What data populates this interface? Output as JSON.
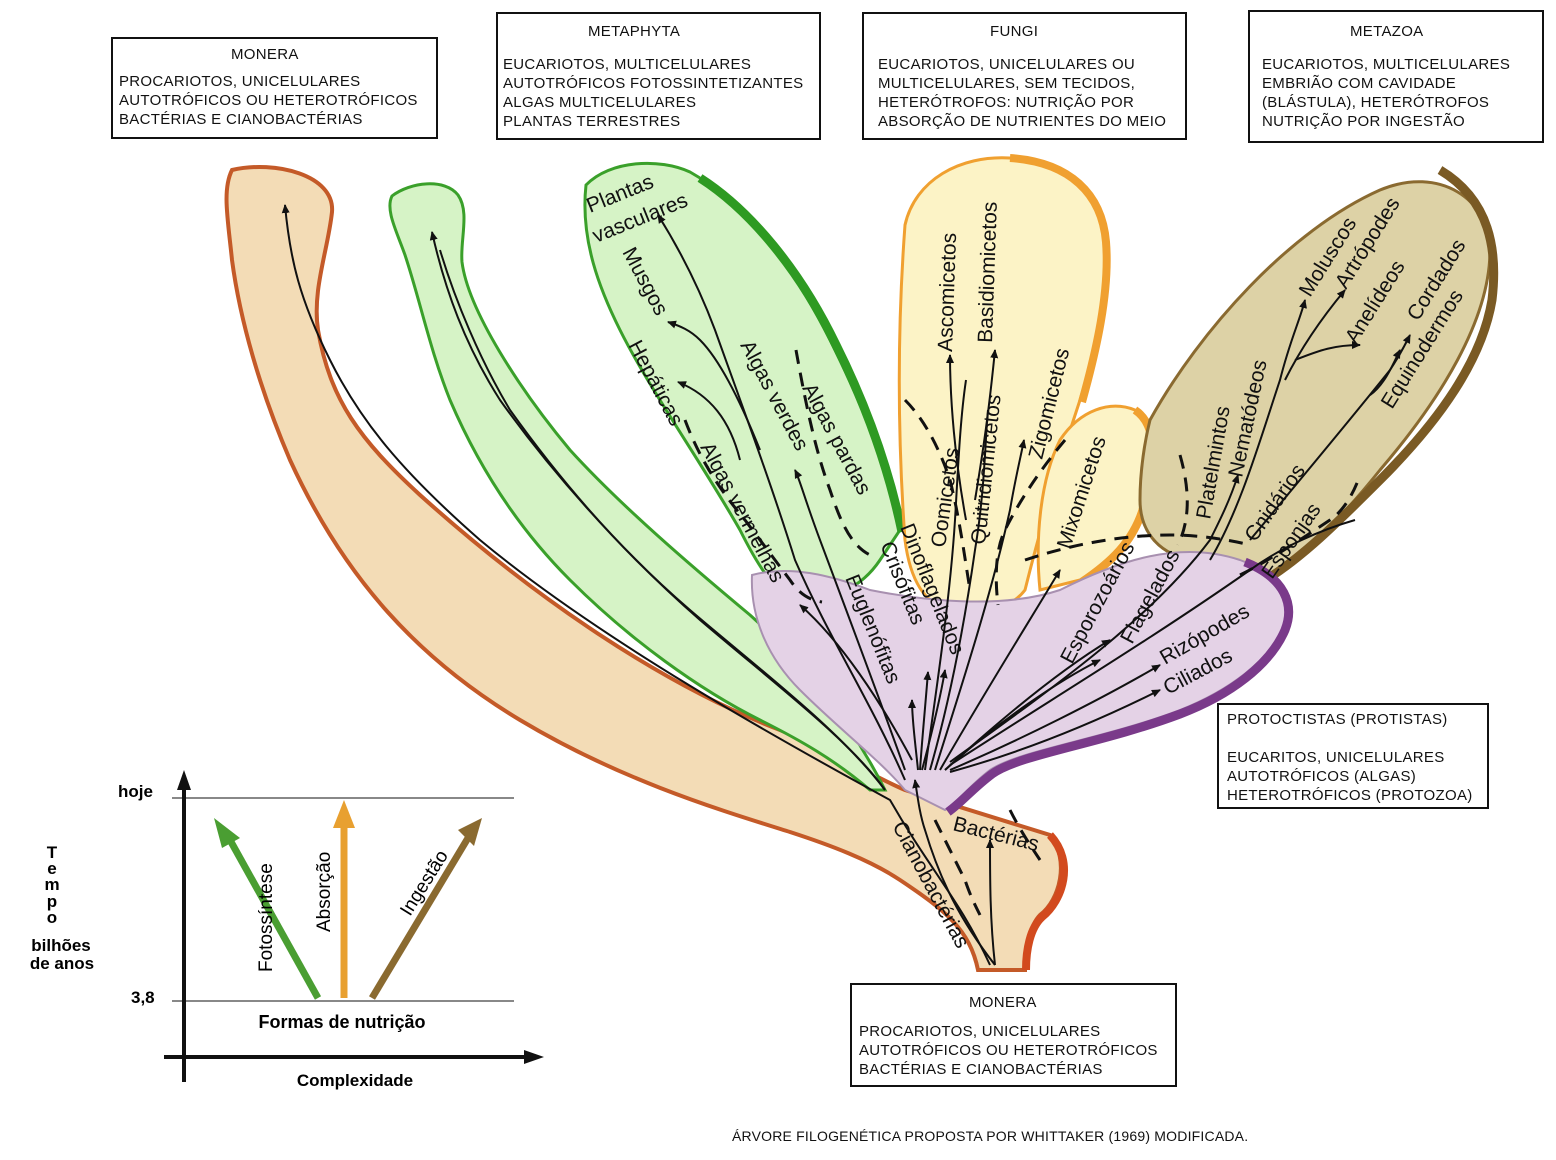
{
  "boxes": {
    "monera_top": {
      "title": "MONERA",
      "lines": [
        "PROCARIOTOS, UNICELULARES",
        "AUTOTRÓFICOS OU HETEROTRÓFICOS",
        "BACTÉRIAS E CIANOBACTÉRIAS"
      ]
    },
    "metaphyta": {
      "title": "METAPHYTA",
      "lines": [
        "EUCARIOTOS, MULTICELULARES",
        "AUTOTRÓFICOS FOTOSSINTETIZANTES",
        "ALGAS MULTICELULARES",
        "PLANTAS TERRESTRES"
      ]
    },
    "fungi": {
      "title": "FUNGI",
      "lines": [
        "EUCARIOTOS, UNICELULARES OU",
        "MULTICELULARES, SEM TECIDOS,",
        "HETERÓTROFOS: NUTRIÇÃO POR",
        "ABSORÇÃO DE NUTRIENTES DO MEIO"
      ]
    },
    "metazoa": {
      "title": "METAZOA",
      "lines": [
        "EUCARIOTOS, MULTICELULARES",
        "EMBRIÃO COM CAVIDADE",
        "(BLÁSTULA), HETERÓTROFOS",
        "NUTRIÇÃO POR INGESTÃO"
      ]
    },
    "protoctistas": {
      "title": "PROTOCTISTAS (PROTISTAS)",
      "lines": [
        "EUCARITOS, UNICELULARES",
        "AUTOTRÓFICOS (ALGAS)",
        "HETEROTRÓFICOS (PROTOZOA)"
      ]
    },
    "monera_bottom": {
      "title": "MONERA",
      "lines": [
        "PROCARIOTOS, UNICELULARES",
        "AUTOTRÓFICOS OU HETEROTRÓFICOS",
        "BACTÉRIAS E CIANOBACTÉRIAS"
      ]
    }
  },
  "tree_labels": {
    "plantas_vasculares_1": "Plantas",
    "plantas_vasculares_2": "vasculares",
    "musgos": "Musgos",
    "hepaticas": "Hepáticas",
    "algas_verdes": "Algas verdes",
    "algas_pardas": "Algas pardas",
    "algas_vermelhas": "Algas vermelhas",
    "euglenofitas": "Euglenófitas",
    "dinoflagelados": "Dinoflagelados",
    "crisofitas": "Crisófitas",
    "oomicetos": "Oomicetos",
    "ascomicetos": "Ascomicetos",
    "quitridiomicetos": "Quitridiomicetos",
    "basidiomicetos": "Basidiomicetos",
    "zigomicetos": "Zigomicetos",
    "mixomicetos": "Mixomicetos",
    "esporozoarios": "Esporozoários",
    "flagelados": "Flagelados",
    "rizopodes": "Rizópodes",
    "ciliados": "Ciliados",
    "platelmintos": "Platelmintos",
    "nematodeos": "Nematódeos",
    "cnidarios": "Cnidários",
    "esponjas": "Esponjas",
    "moluscos": "Moluscos",
    "artropodes": "Artrópodes",
    "anelideos": "Anelídeos",
    "cordados": "Cordados",
    "equinodermos": "Equinodermos",
    "bacterias": "Bactérias",
    "cianobacterias": "Cianobactérias"
  },
  "legend_chart": {
    "y_top_label": "hoje",
    "y_bottom_label": "3,8",
    "y_axis_title_letters": [
      "T",
      "e",
      "m",
      "p",
      "o"
    ],
    "y_axis_unit_1": "bilhões",
    "y_axis_unit_2": "de anos",
    "x_axis_title": "Complexidade",
    "base_label": "Formas de nutrição",
    "arrows": [
      {
        "label": "Fotossíntese",
        "color": "#4a9e32"
      },
      {
        "label": "Absorção",
        "color": "#e8a030"
      },
      {
        "label": "Ingestão",
        "color": "#8a6a30"
      }
    ]
  },
  "caption": "ÁRVORE FILOGENÉTICA PROPOSTA POR WHITTAKER (1969) MODIFICADA.",
  "colors": {
    "monera_fill": "#f3dcb6",
    "monera_stroke": "#c45a28",
    "metaphyta_fill": "#d6f3c6",
    "metaphyta_stroke": "#3aa02a",
    "fungi_fill": "#fcf3c6",
    "fungi_stroke": "#f0a030",
    "metazoa_fill": "#ddd2a6",
    "metazoa_stroke": "#8a6a30",
    "protoctista_fill": "#e4d2e6",
    "protoctista_stroke": "#7a3a8a"
  }
}
